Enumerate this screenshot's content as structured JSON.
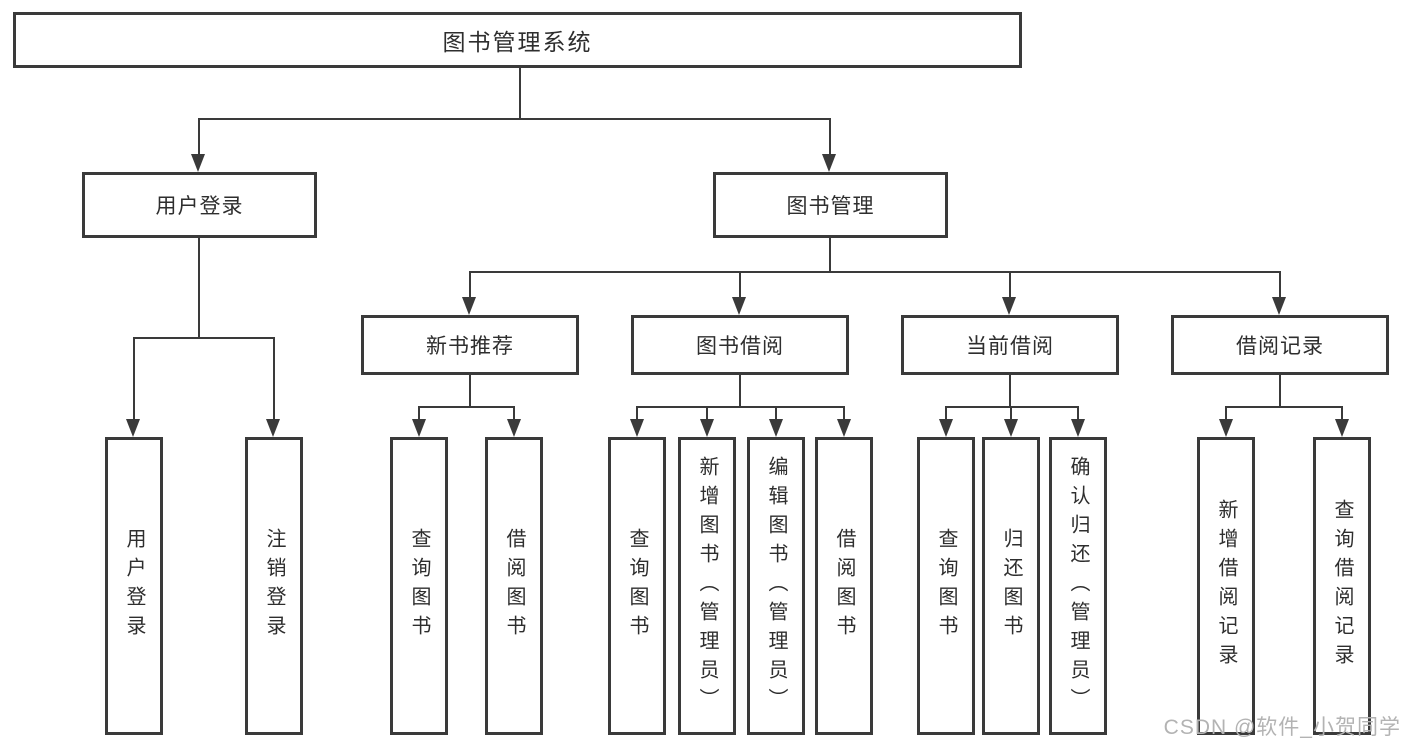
{
  "diagram": {
    "root": {
      "label": "图书管理系统"
    },
    "level2": {
      "user_login": {
        "label": "用户登录"
      },
      "book_management": {
        "label": "图书管理"
      }
    },
    "level3": {
      "new_book_recommend": {
        "label": "新书推荐"
      },
      "book_borrow": {
        "label": "图书借阅"
      },
      "current_borrow": {
        "label": "当前借阅"
      },
      "borrow_records": {
        "label": "借阅记录"
      }
    },
    "leaves": {
      "ul_login": {
        "label": "用户登录"
      },
      "ul_logout": {
        "label": "注销登录"
      },
      "nb_query": {
        "label": "查询图书"
      },
      "nb_borrow": {
        "label": "借阅图书"
      },
      "bb_query": {
        "label": "查询图书"
      },
      "bb_add": {
        "label": "新增图书（管理员）"
      },
      "bb_edit": {
        "label": "编辑图书（管理员）"
      },
      "bb_borrow": {
        "label": "借阅图书"
      },
      "cb_query": {
        "label": "查询图书"
      },
      "cb_return": {
        "label": "归还图书"
      },
      "cb_confirm": {
        "label": "确认归还（管理员）"
      },
      "br_add": {
        "label": "新增借阅记录"
      },
      "br_query": {
        "label": "查询借阅记录"
      }
    },
    "watermark": "CSDN @软件_小贺同学",
    "colors": {
      "line": "#3a3a3a",
      "text": "#2e2e2e",
      "watermark": "#b3b3b3",
      "background": "#ffffff"
    }
  }
}
